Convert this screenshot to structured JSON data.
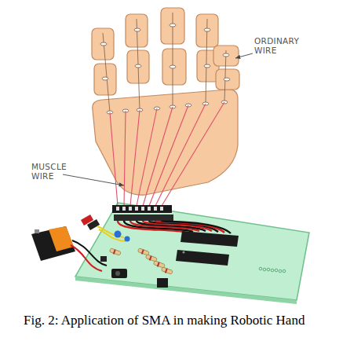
{
  "diagram": {
    "caption": "Fig. 2: Application of SMA in making Robotic Hand",
    "labels": [
      "ORDINARY WIRE",
      "MUSCLE WIRE"
    ]
  }
}
